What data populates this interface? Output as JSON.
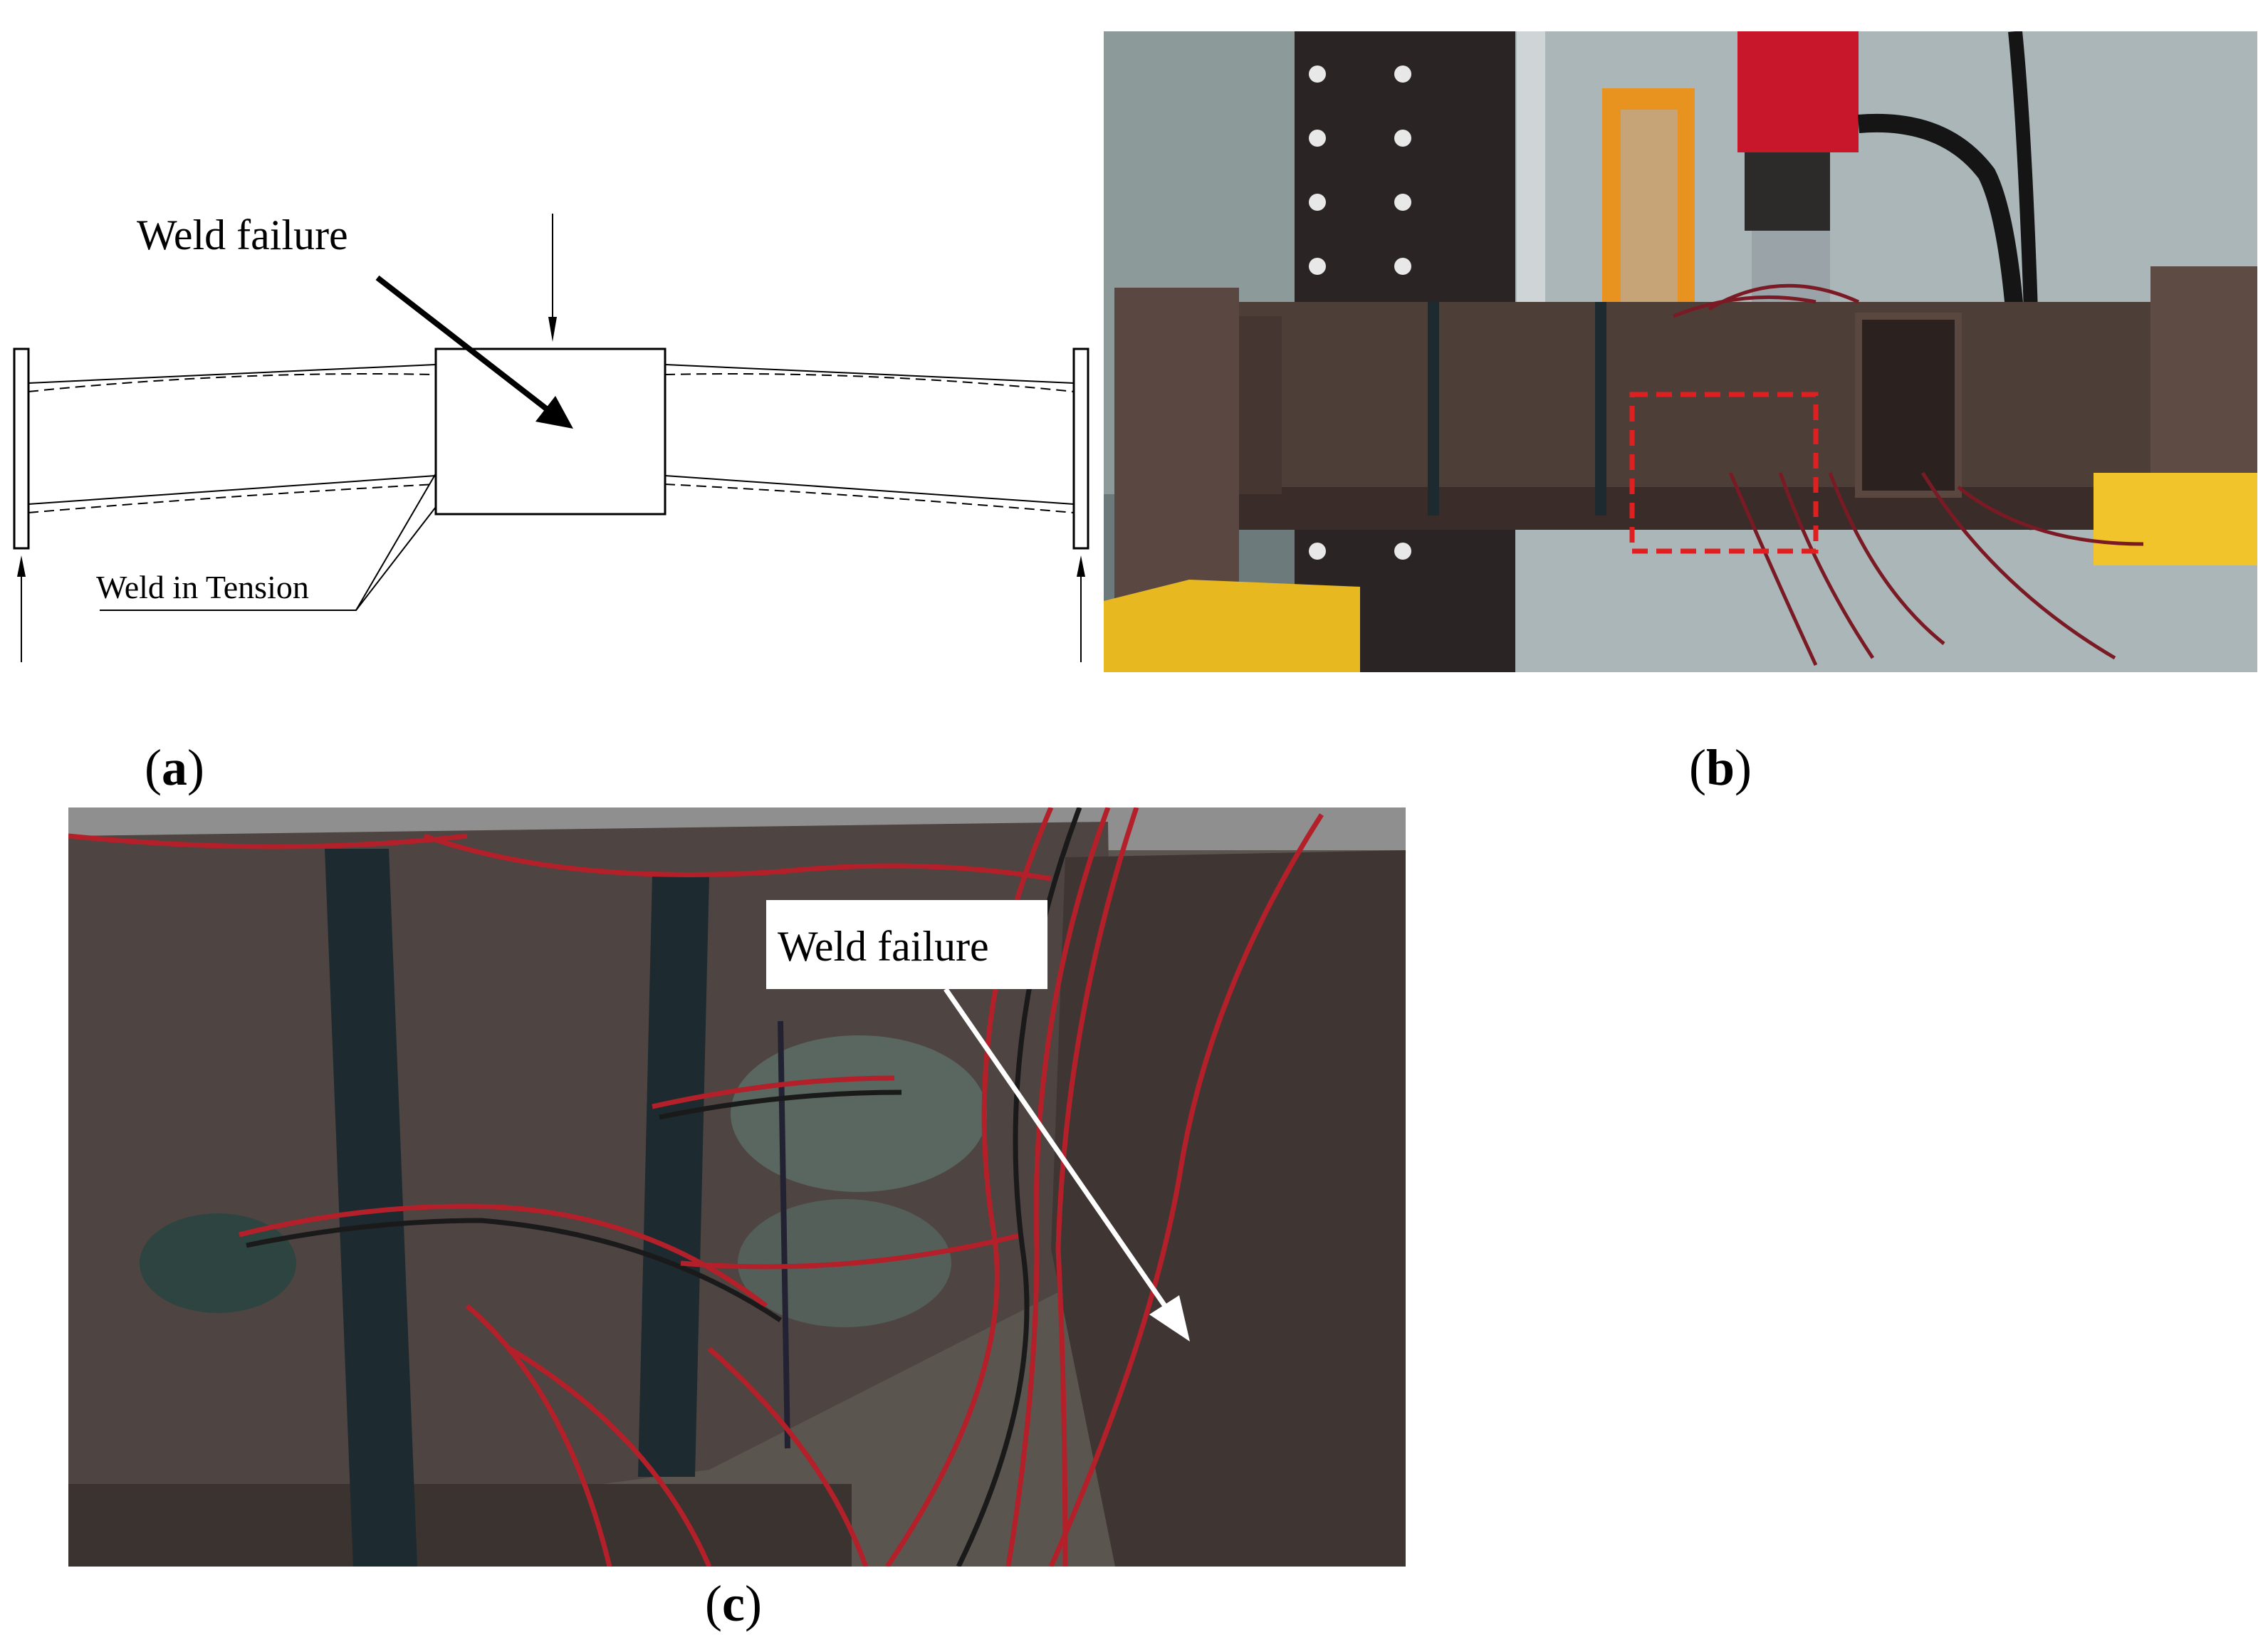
{
  "panel_a": {
    "label_open": "(",
    "label_letter": "a",
    "label_close": ")",
    "weld_failure_text": "Weld failure",
    "weld_tension_text": "Weld in Tension"
  },
  "panel_b": {
    "label_open": "(",
    "label_letter": "b",
    "label_close": ")",
    "highlight_color": "#e02020"
  },
  "panel_c": {
    "label_open": "(",
    "label_letter": "c",
    "label_close": ")",
    "weld_failure_text": "Weld failure"
  },
  "colors": {
    "photo_steel": "#4e3e38",
    "wire_red": "#b3202a",
    "tape_dark": "#1d2a30",
    "actuator_red": "#c8162a",
    "support_yellow": "#e8b820",
    "door_orange": "#e8931f"
  }
}
